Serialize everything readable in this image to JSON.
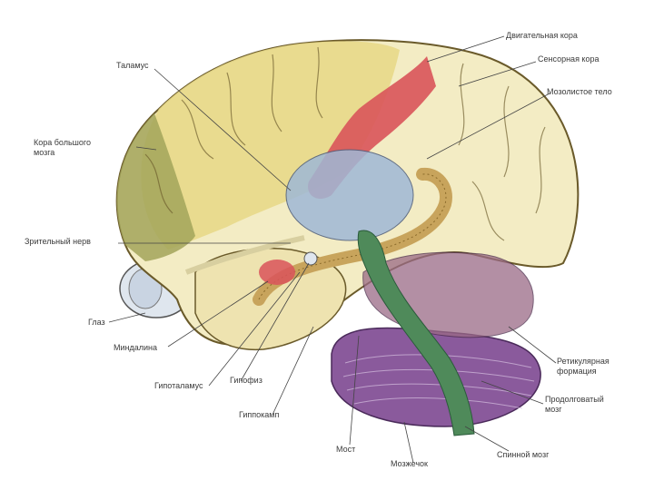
{
  "diagram": {
    "labels": {
      "motor_cortex": "Двигательная кора",
      "sensory_cortex": "Сенсорная кора",
      "corpus_callosum": "Мозолистое тело",
      "thalamus": "Таламус",
      "cerebral_cortex": "Кора большого\nмозга",
      "optic_nerve": "Зрительный нерв",
      "eye": "Глаз",
      "amygdala": "Миндалина",
      "hypothalamus": "Гипоталамус",
      "pituitary": "Гипофиз",
      "hippocampus": "Гиппокамп",
      "pons": "Мост",
      "cerebellum": "Мозжечок",
      "spinal_cord": "Спинной мозг",
      "reticular_formation": "Ретикулярная\nформация",
      "medulla": "Продолговатый\nмозг"
    },
    "colors": {
      "cortex_frontal": "#e8d98a",
      "cortex_back": "#f3ecc4",
      "cortex_olive": "#a2a45a",
      "motor_red": "#d9545a",
      "thalamus_blue": "#9fb8d6",
      "cerebellum_purple": "#8a5a9c",
      "brainstem_green": "#4f8a5a",
      "fornix_tan": "#c8a45c"
    }
  }
}
